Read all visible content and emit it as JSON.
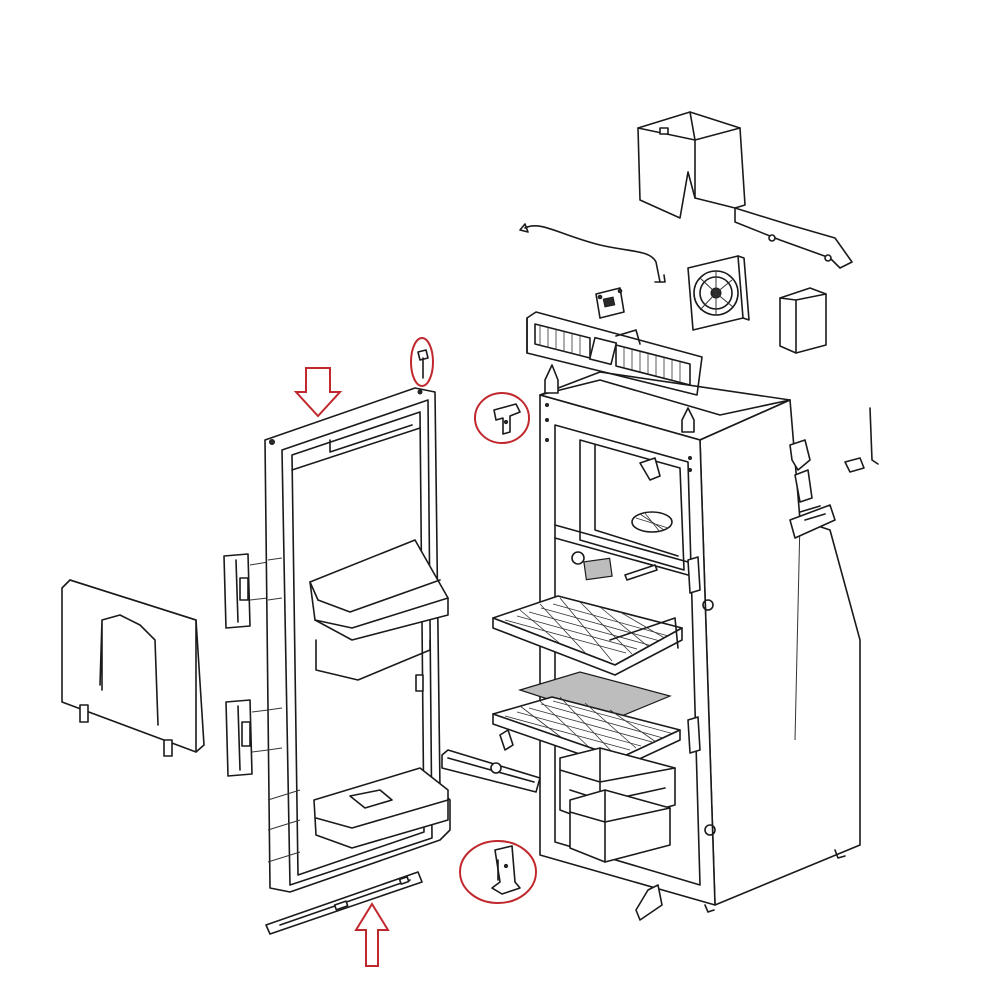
{
  "diagram": {
    "colors": {
      "background": "#ffffff",
      "line": "#1a1a1a",
      "highlight": "#c0282d",
      "shade": "#bdbdbd"
    },
    "parts": [
      "freezer-door",
      "main-door",
      "door-hinges",
      "door-bottom-rail",
      "top-cover",
      "wire-harness",
      "fan",
      "control-box",
      "control-board",
      "ventilation-grille",
      "cabinet",
      "wire-shelf-upper",
      "wire-shelf-lower",
      "glass-shelf",
      "crisper-drawers",
      "egg-tray",
      "compressor-bracket"
    ],
    "highlights": [
      "arrow-top-of-door",
      "arrow-bottom-rail",
      "circle-hinge-pin-top",
      "circle-hinge-bracket-middle",
      "circle-hinge-bracket-bottom"
    ]
  }
}
